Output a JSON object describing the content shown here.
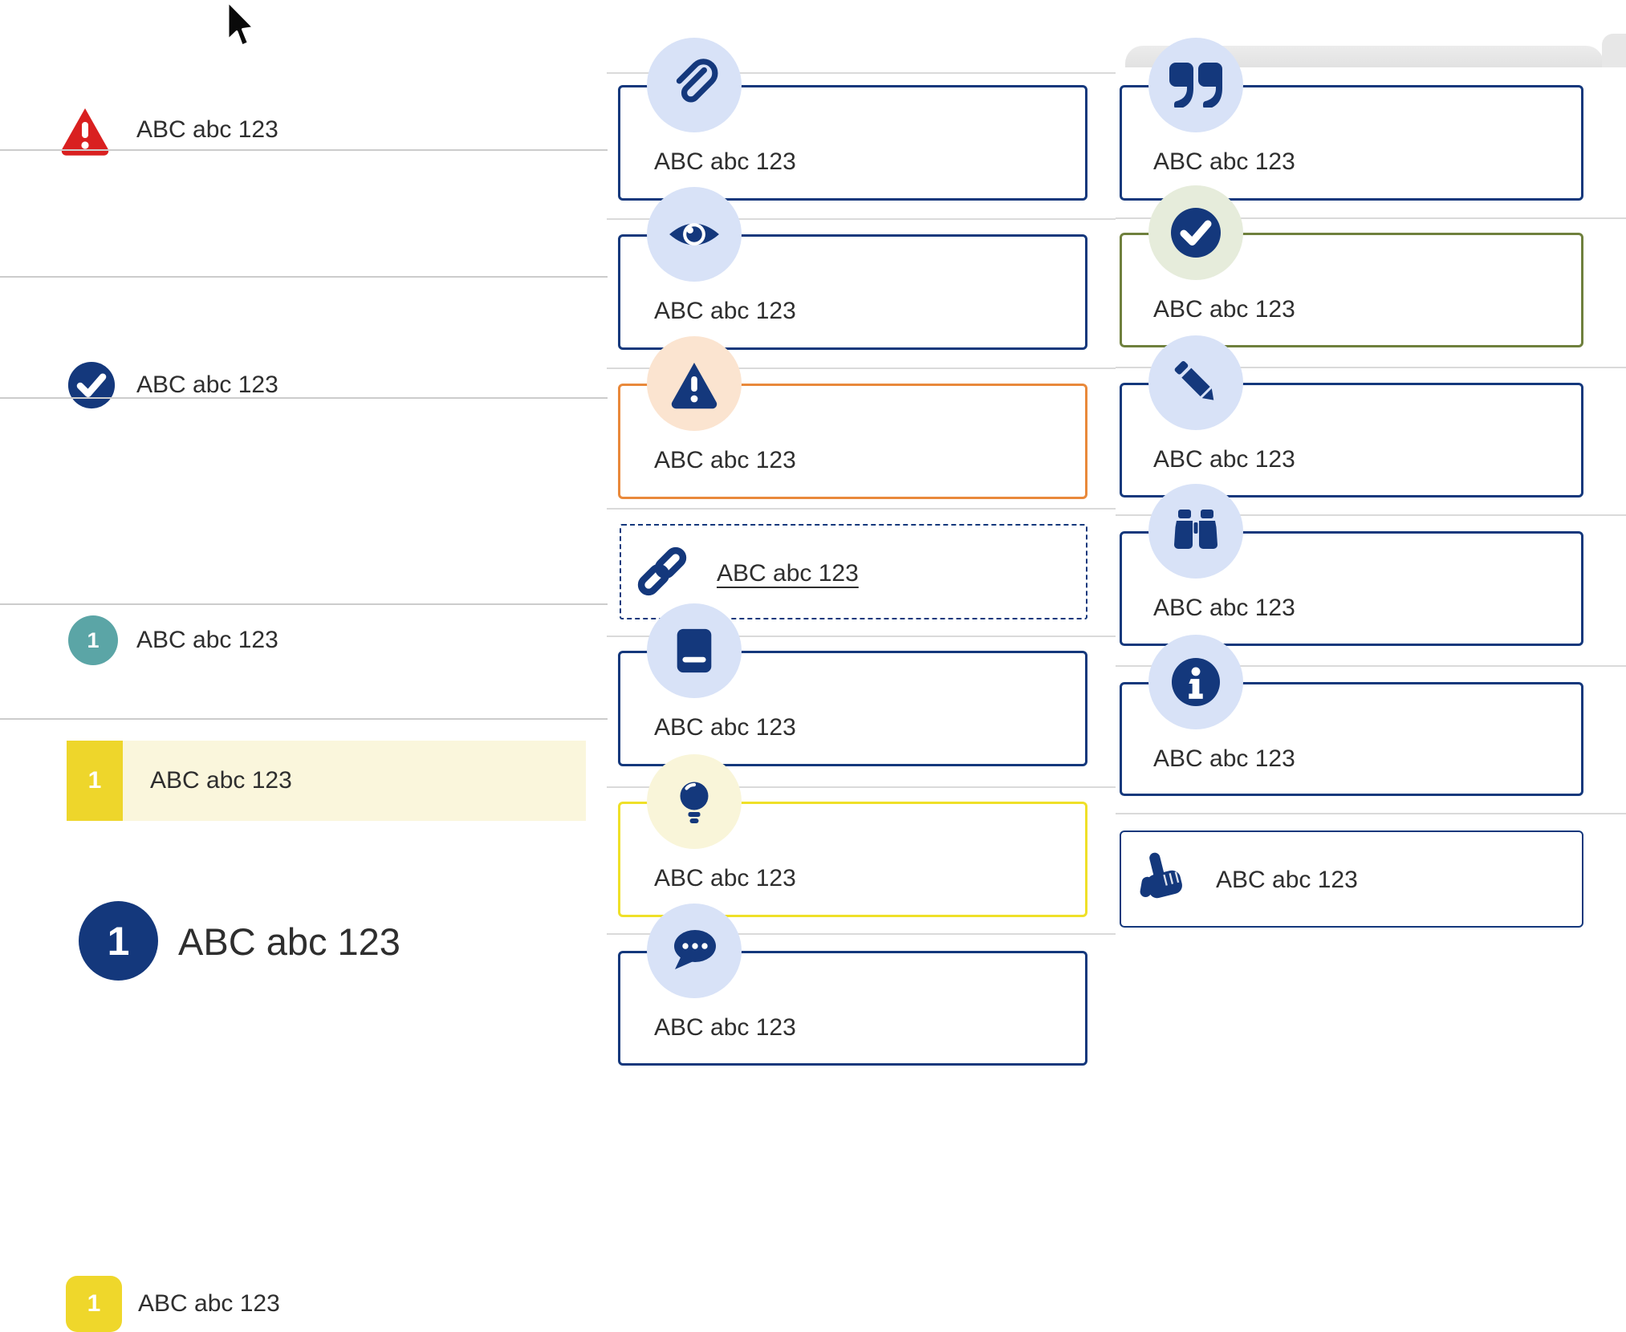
{
  "shared_label": "ABC abc 123",
  "colors": {
    "navy": "#14387c",
    "light_blue_circle": "#d8e2f7",
    "peach_circle": "#fbe4d0",
    "orange_border": "#e9893b",
    "light_yellow_circle": "#f9f5d9",
    "yellow_border": "#efe028",
    "yellow_badge": "#efd72b",
    "highlight_row_bg": "#faf6dc",
    "sage_circle": "#e6ecdb",
    "olive_border": "#6f803d",
    "teal_badge": "#5ba5a6",
    "alert_red": "#d92020",
    "text": "#2e2e2e",
    "divider_grey": "#cccccc"
  },
  "left": {
    "rows": [
      {
        "icon": "warning-triangle-icon",
        "label": "ABC abc 123",
        "variant": "alert-red"
      },
      {
        "icon": "check-circle-icon",
        "label": "ABC abc 123",
        "variant": "navy-check"
      },
      {
        "icon": "number-badge",
        "badge": "1",
        "label": "ABC abc 123",
        "variant": "teal-circle"
      },
      {
        "icon": "number-badge",
        "badge": "1",
        "label": "ABC abc 123",
        "variant": "navy-circle-heading"
      },
      {
        "icon": "number-badge",
        "badge": "1",
        "label": "ABC abc 123",
        "variant": "yellow-square"
      },
      {
        "icon": "number-badge",
        "badge": "1",
        "label": "ABC abc 123",
        "variant": "yellow-tab-highlighted"
      }
    ]
  },
  "middle": {
    "cards": [
      {
        "icon": "paperclip-icon",
        "label": "ABC abc 123",
        "border": "#14387c"
      },
      {
        "icon": "eye-icon",
        "label": "ABC abc 123",
        "border": "#14387c"
      },
      {
        "icon": "warning-triangle-icon",
        "label": "ABC abc 123",
        "border": "#e9893b"
      },
      {
        "icon": "link-icon",
        "label": "ABC abc 123",
        "border": "#14387c",
        "style": "dashed",
        "underlined": true
      },
      {
        "icon": "book-icon",
        "label": "ABC abc 123",
        "border": "#14387c"
      },
      {
        "icon": "lightbulb-icon",
        "label": "ABC abc 123",
        "border": "#efe028"
      },
      {
        "icon": "chat-bubble-icon",
        "label": "ABC abc 123",
        "border": "#14387c"
      }
    ]
  },
  "right": {
    "cards": [
      {
        "icon": "quote-icon",
        "label": "ABC abc 123",
        "border": "#14387c"
      },
      {
        "icon": "check-circle-icon",
        "label": "ABC abc 123",
        "border": "#6f803d"
      },
      {
        "icon": "pencil-icon",
        "label": "ABC abc 123",
        "border": "#14387c"
      },
      {
        "icon": "binoculars-icon",
        "label": "ABC abc 123",
        "border": "#14387c"
      },
      {
        "icon": "info-circle-icon",
        "label": "ABC abc 123",
        "border": "#14387c"
      },
      {
        "icon": "hand-pointer-icon",
        "label": "ABC abc 123",
        "border": "#14387c"
      }
    ]
  }
}
